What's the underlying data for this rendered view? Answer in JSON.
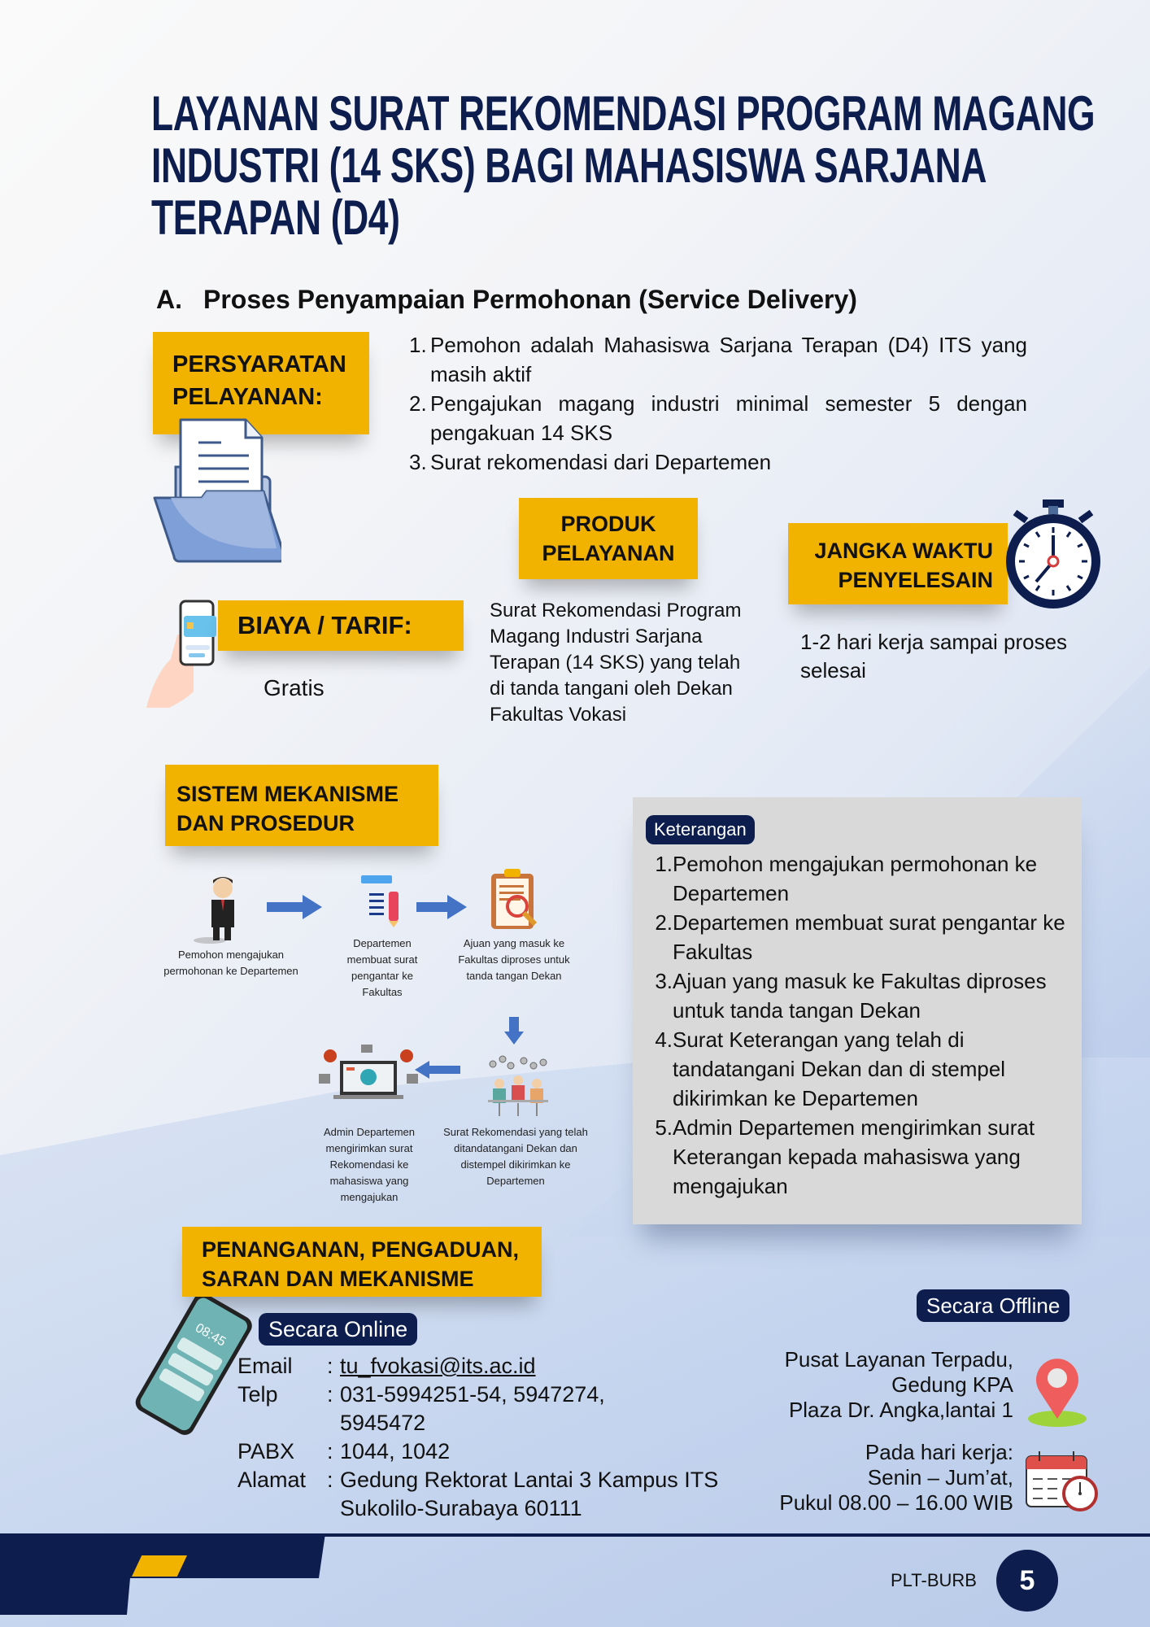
{
  "title": {
    "lines": [
      "LAYANAN SURAT REKOMENDASI PROGRAM MAGANG",
      "INDUSTRI (14 SKS) BAGI MAHASISWA SARJANA",
      "TERAPAN (D4)"
    ]
  },
  "section_a": {
    "letter": "A.",
    "heading": "Proses Penyampaian Permohonan (Service Delivery)"
  },
  "persyaratan": {
    "label_lines": [
      "PERSYARATAN",
      "PELAYANAN:"
    ],
    "items": [
      {
        "num": "1.",
        "text": "Pemohon adalah Mahasiswa Sarjana Terapan (D4) ITS yang masih aktif"
      },
      {
        "num": "2.",
        "text": "Pengajukan magang industri minimal semester 5 dengan pengakuan 14 SKS"
      },
      {
        "num": "3.",
        "text": "Surat rekomendasi dari Departemen"
      }
    ]
  },
  "biaya": {
    "label": "BIAYA / TARIF:",
    "value": "Gratis"
  },
  "produk": {
    "label_lines": [
      "PRODUK",
      "PELAYANAN"
    ],
    "description": "Surat Rekomendasi Program Magang Industri Sarjana Terapan (14 SKS) yang telah di tanda tangani oleh Dekan Fakultas Vokasi"
  },
  "jangka_waktu": {
    "label_lines": [
      "JANGKA WAKTU",
      "PENYELESAIN"
    ],
    "value": "1-2 hari kerja sampai proses selesai"
  },
  "sistem": {
    "label_lines": [
      "SISTEM MEKANISME",
      "DAN PROSEDUR"
    ],
    "steps": [
      {
        "icon": "businessman-icon",
        "caption": "Pemohon mengajukan permohonan ke Departemen"
      },
      {
        "icon": "document-list-icon",
        "caption": "Departemen membuat surat pengantar ke Fakultas"
      },
      {
        "icon": "clipboard-search-icon",
        "caption": "Ajuan yang masuk ke Fakultas diproses untuk tanda tangan Dekan"
      },
      {
        "icon": "team-meeting-icon",
        "caption": "Surat Rekomendasi yang telah ditandatangani Dekan dan distempel dikirimkan ke Departemen"
      },
      {
        "icon": "laptop-network-icon",
        "caption": "Admin Departemen mengirimkan surat Rekomendasi ke mahasiswa yang mengajukan"
      }
    ]
  },
  "keterangan": {
    "badge": "Keterangan",
    "items": [
      {
        "num": "1.",
        "text": "Pemohon mengajukan permohonan ke Departemen"
      },
      {
        "num": "2.",
        "text": "Departemen membuat surat pengantar ke Fakultas"
      },
      {
        "num": "3.",
        "text": "Ajuan yang masuk ke Fakultas diproses untuk tanda tangan Dekan"
      },
      {
        "num": "4.",
        "text": "Surat Keterangan yang telah di tandatangani Dekan dan di stempel dikirimkan ke Departemen"
      },
      {
        "num": "5.",
        "text": "Admin Departemen mengirimkan surat Keterangan kepada mahasiswa yang mengajukan"
      }
    ]
  },
  "penanganan": {
    "label_lines": [
      "PENANGANAN, PENGADUAN,",
      "SARAN DAN MEKANISME"
    ],
    "phone_time": "08:45"
  },
  "online": {
    "badge": "Secara Online",
    "rows": [
      {
        "label": "Email",
        "sep": ":",
        "value": "tu_fvokasi@its.ac.id"
      },
      {
        "label": "Telp",
        "sep": ":",
        "value": "031-5994251-54, 5947274, 5945472"
      },
      {
        "label": "PABX",
        "sep": ":",
        "value": "1044, 1042"
      },
      {
        "label": "Alamat",
        "sep": ":",
        "value": "Gedung Rektorat Lantai 3 Kampus ITS Sukolilo-Surabaya 60111"
      }
    ]
  },
  "offline": {
    "badge": "Secara Offline",
    "location_lines": [
      "Pusat Layanan Terpadu,",
      "Gedung KPA",
      "Plaza Dr. Angka,lantai 1"
    ],
    "hours_lines": [
      "Pada hari kerja:",
      "Senin – Jum’at,",
      "Pukul 08.00 – 16.00 WIB"
    ]
  },
  "footer": {
    "code": "PLT-BURB",
    "page": "5"
  },
  "colors": {
    "navy": "#0c1d4e",
    "gold": "#f2b300",
    "panel_gray": "#d9d9d9",
    "arrow_blue": "#4472c4"
  }
}
